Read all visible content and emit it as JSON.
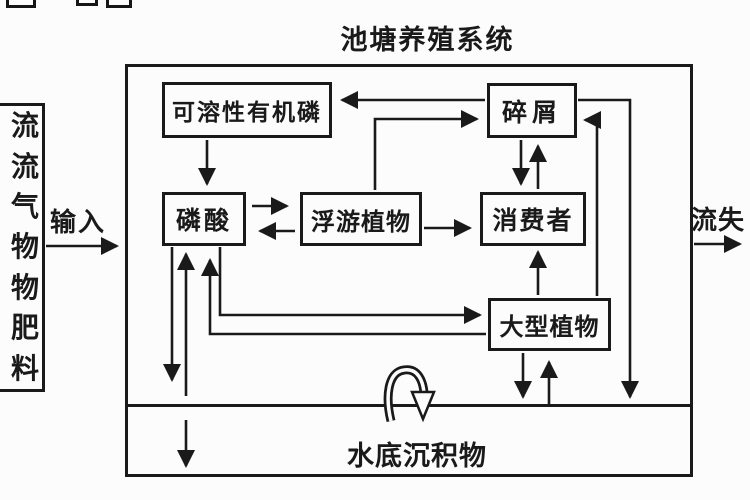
{
  "title": "池塘养殖系统",
  "colors": {
    "ink": "#1a1a1a",
    "paper": "#fcfcfc"
  },
  "input_source_box": {
    "chars": [
      "流",
      "流",
      "气",
      "物",
      "物",
      "肥",
      "料"
    ]
  },
  "labels": {
    "input": "输入",
    "loss": "流失",
    "sediment": "水底沉积物"
  },
  "nodes": {
    "soluble_organic_phosphorus": "可溶性有机磷",
    "phosphate": "磷酸",
    "phytoplankton": "浮游植物",
    "detritus": "碎屑",
    "consumers": "消费者",
    "macrophytes": "大型植物"
  },
  "flows": [
    {
      "from": "input_sources",
      "to": "pond_system",
      "label": "输入"
    },
    {
      "from": "pond_system",
      "to": "outside",
      "label": "流失"
    },
    {
      "from": "soluble_organic_phosphorus",
      "to": "phosphate"
    },
    {
      "from": "detritus",
      "to": "soluble_organic_phosphorus"
    },
    {
      "from": "phytoplankton",
      "to": "detritus"
    },
    {
      "from": "phosphate",
      "to": "phytoplankton"
    },
    {
      "from": "phytoplankton",
      "to": "phosphate"
    },
    {
      "from": "phytoplankton",
      "to": "consumers"
    },
    {
      "from": "detritus",
      "to": "consumers"
    },
    {
      "from": "consumers",
      "to": "detritus"
    },
    {
      "from": "macrophytes",
      "to": "consumers"
    },
    {
      "from": "phosphate",
      "to": "macrophytes"
    },
    {
      "from": "macrophytes",
      "to": "phosphate"
    },
    {
      "from": "phosphate",
      "to": "sediment"
    },
    {
      "from": "sediment",
      "to": "phosphate"
    },
    {
      "from": "sediment",
      "to": "deep_burial"
    },
    {
      "from": "macrophytes",
      "to": "sediment"
    },
    {
      "from": "sediment",
      "to": "macrophytes"
    },
    {
      "from": "macrophytes",
      "to": "detritus"
    },
    {
      "from": "detritus",
      "to": "sediment"
    },
    {
      "from": "sediment",
      "to": "sediment",
      "label": "internal-loop"
    }
  ]
}
